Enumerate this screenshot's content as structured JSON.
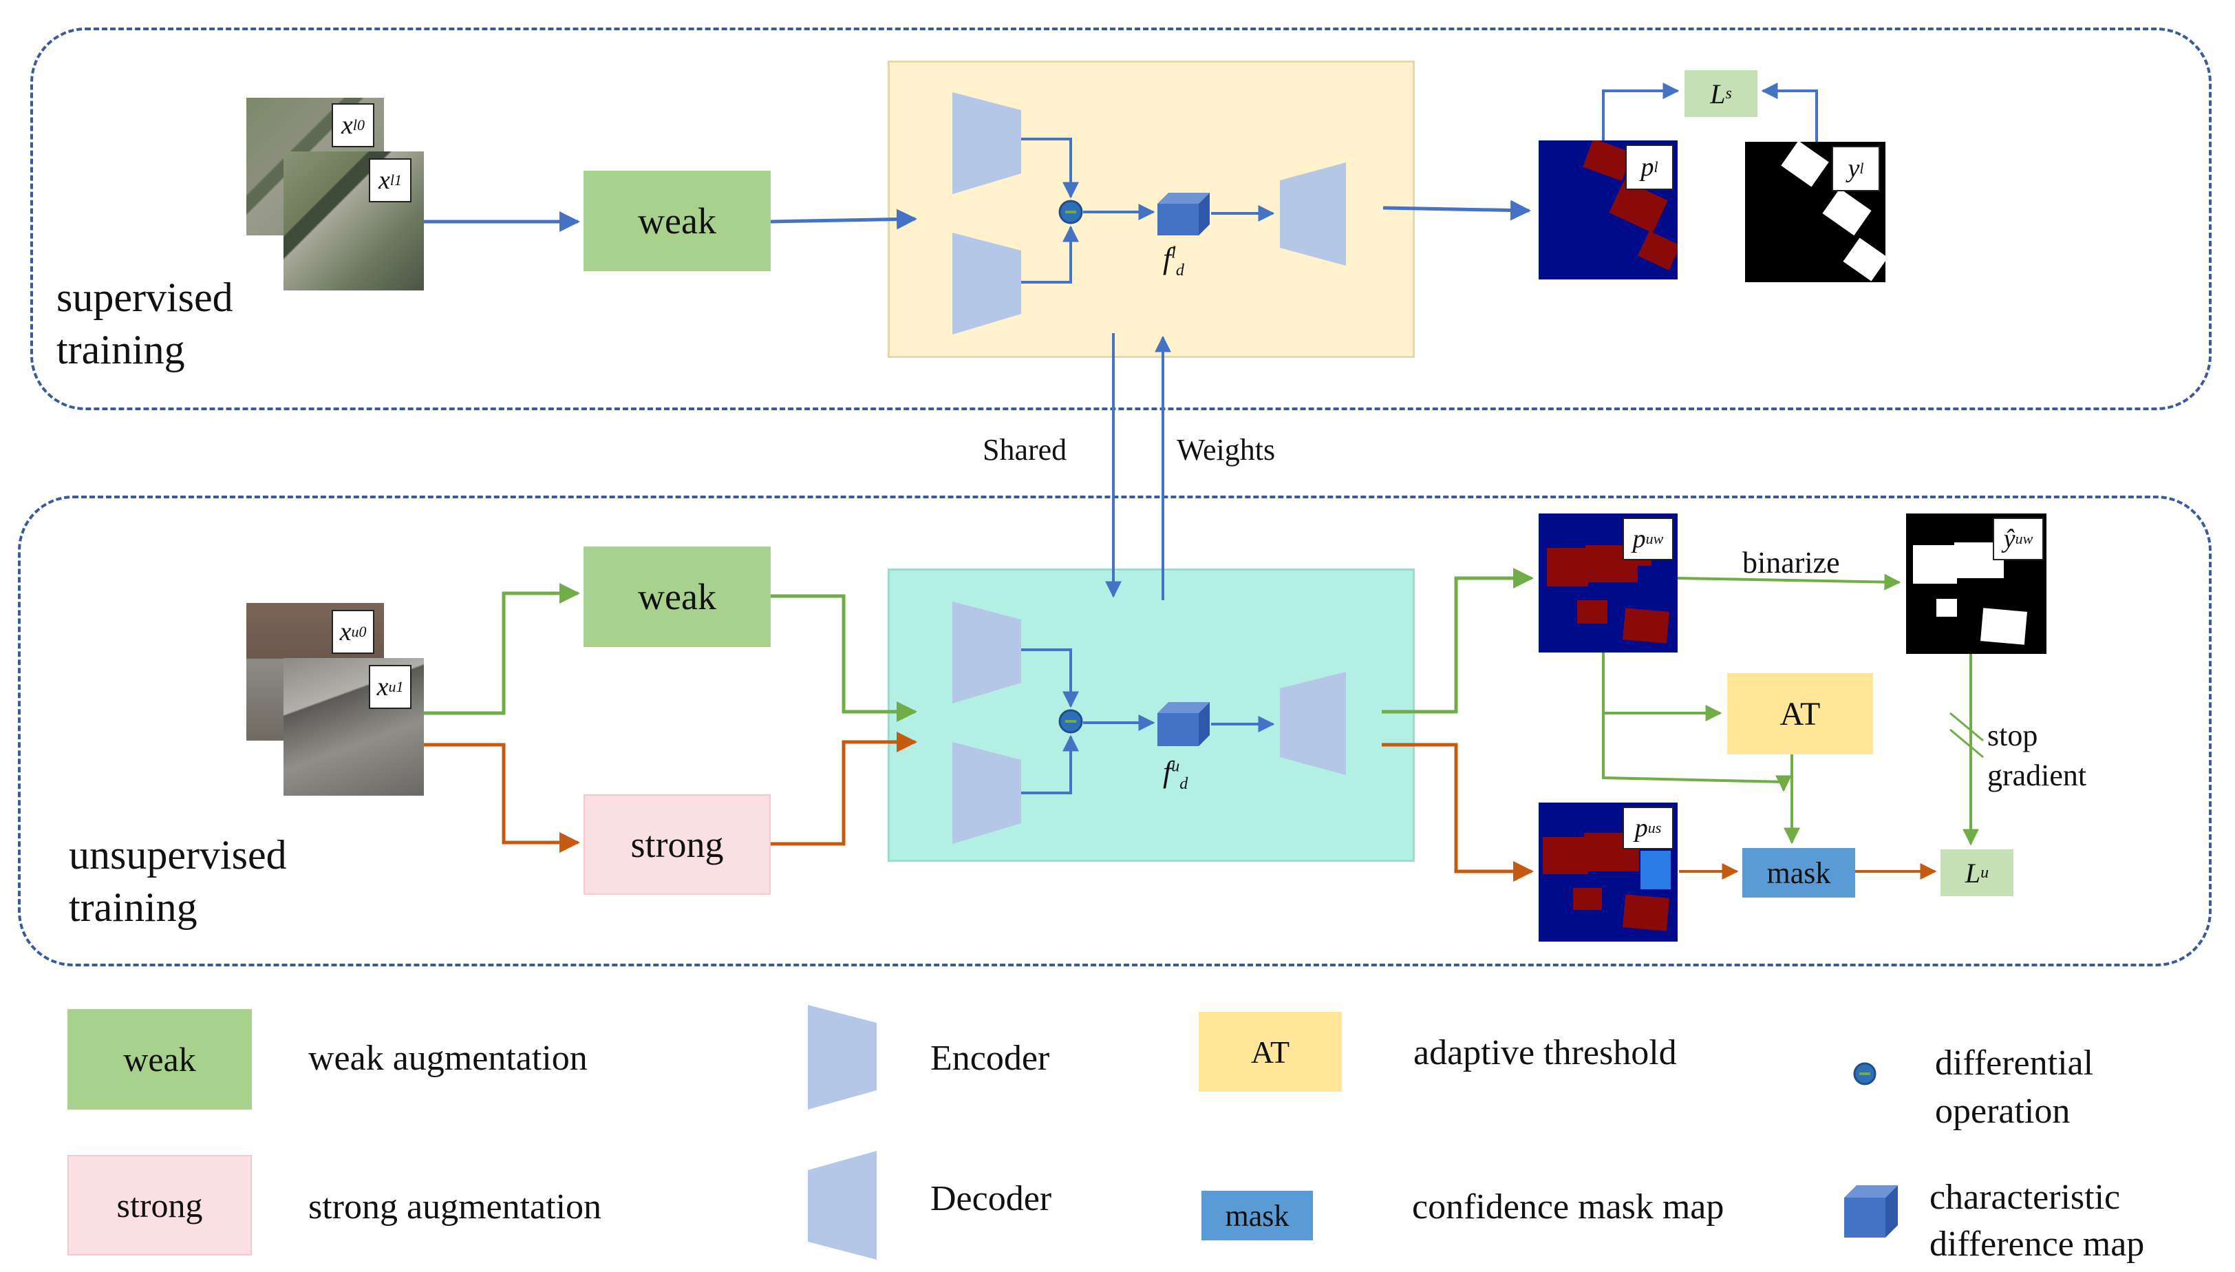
{
  "regions": {
    "supervised": {
      "line1": "supervised",
      "line2": "training"
    },
    "unsupervised": {
      "line1": "unsupervised",
      "line2": "training"
    }
  },
  "boxes": {
    "weak_top": "weak",
    "weak_bottom": "weak",
    "strong_bottom": "strong",
    "loss_s": "L",
    "loss_s_sub": "s",
    "loss_u": "L",
    "loss_u_sub": "u",
    "at": "AT",
    "mask": "mask"
  },
  "inputs": {
    "x0l": {
      "base": "x",
      "sup": "l",
      "sub": "0"
    },
    "x1l": {
      "base": "x",
      "sup": "l",
      "sub": "1"
    },
    "x0u": {
      "base": "x",
      "sup": "u",
      "sub": "0"
    },
    "x1u": {
      "base": "x",
      "sup": "u",
      "sub": "1"
    }
  },
  "features": {
    "fdl": {
      "base": "f",
      "sup": "l",
      "sub": "d"
    },
    "fdu": {
      "base": "f",
      "sup": "u",
      "sub": "d"
    }
  },
  "outputs": {
    "pl": {
      "base": "p",
      "sup": "l"
    },
    "yl": {
      "base": "y",
      "sup": "l"
    },
    "puw": {
      "base": "p",
      "sup": "uw"
    },
    "yuw": {
      "base": "ŷ",
      "sup": "uw"
    },
    "pus": {
      "base": "p",
      "sup": "us"
    }
  },
  "labels": {
    "shared": "Shared",
    "weights": "Weights",
    "binarize": "binarize",
    "stop": "stop",
    "gradient": "gradient"
  },
  "legend": {
    "weak_box": "weak",
    "weak_desc": "weak augmentation",
    "strong_box": "strong",
    "strong_desc": "strong augmentation",
    "encoder": "Encoder",
    "decoder": "Decoder",
    "at_box": "AT",
    "at_desc": "adaptive threshold",
    "mask_box": "mask",
    "mask_desc": "confidence mask map",
    "diff_line1": "differential",
    "diff_line2": "operation",
    "char_line1": "characteristic",
    "char_line2": "difference map"
  },
  "colors": {
    "weak_fill": "#a9d18e",
    "strong_fill": "#fbe0e3",
    "loss_fill": "#c5e0b4",
    "at_fill": "#ffe699",
    "mask_fill": "#5b9bd5",
    "panel_top": "#fff2cc",
    "panel_bottom": "#b3efe4",
    "encoder_fill": "#b4c7e7",
    "blue_arrow": "#4472c4",
    "green_arrow": "#70ad47",
    "orange_arrow": "#c55a11",
    "dashed_border": "#3b5a9a"
  }
}
